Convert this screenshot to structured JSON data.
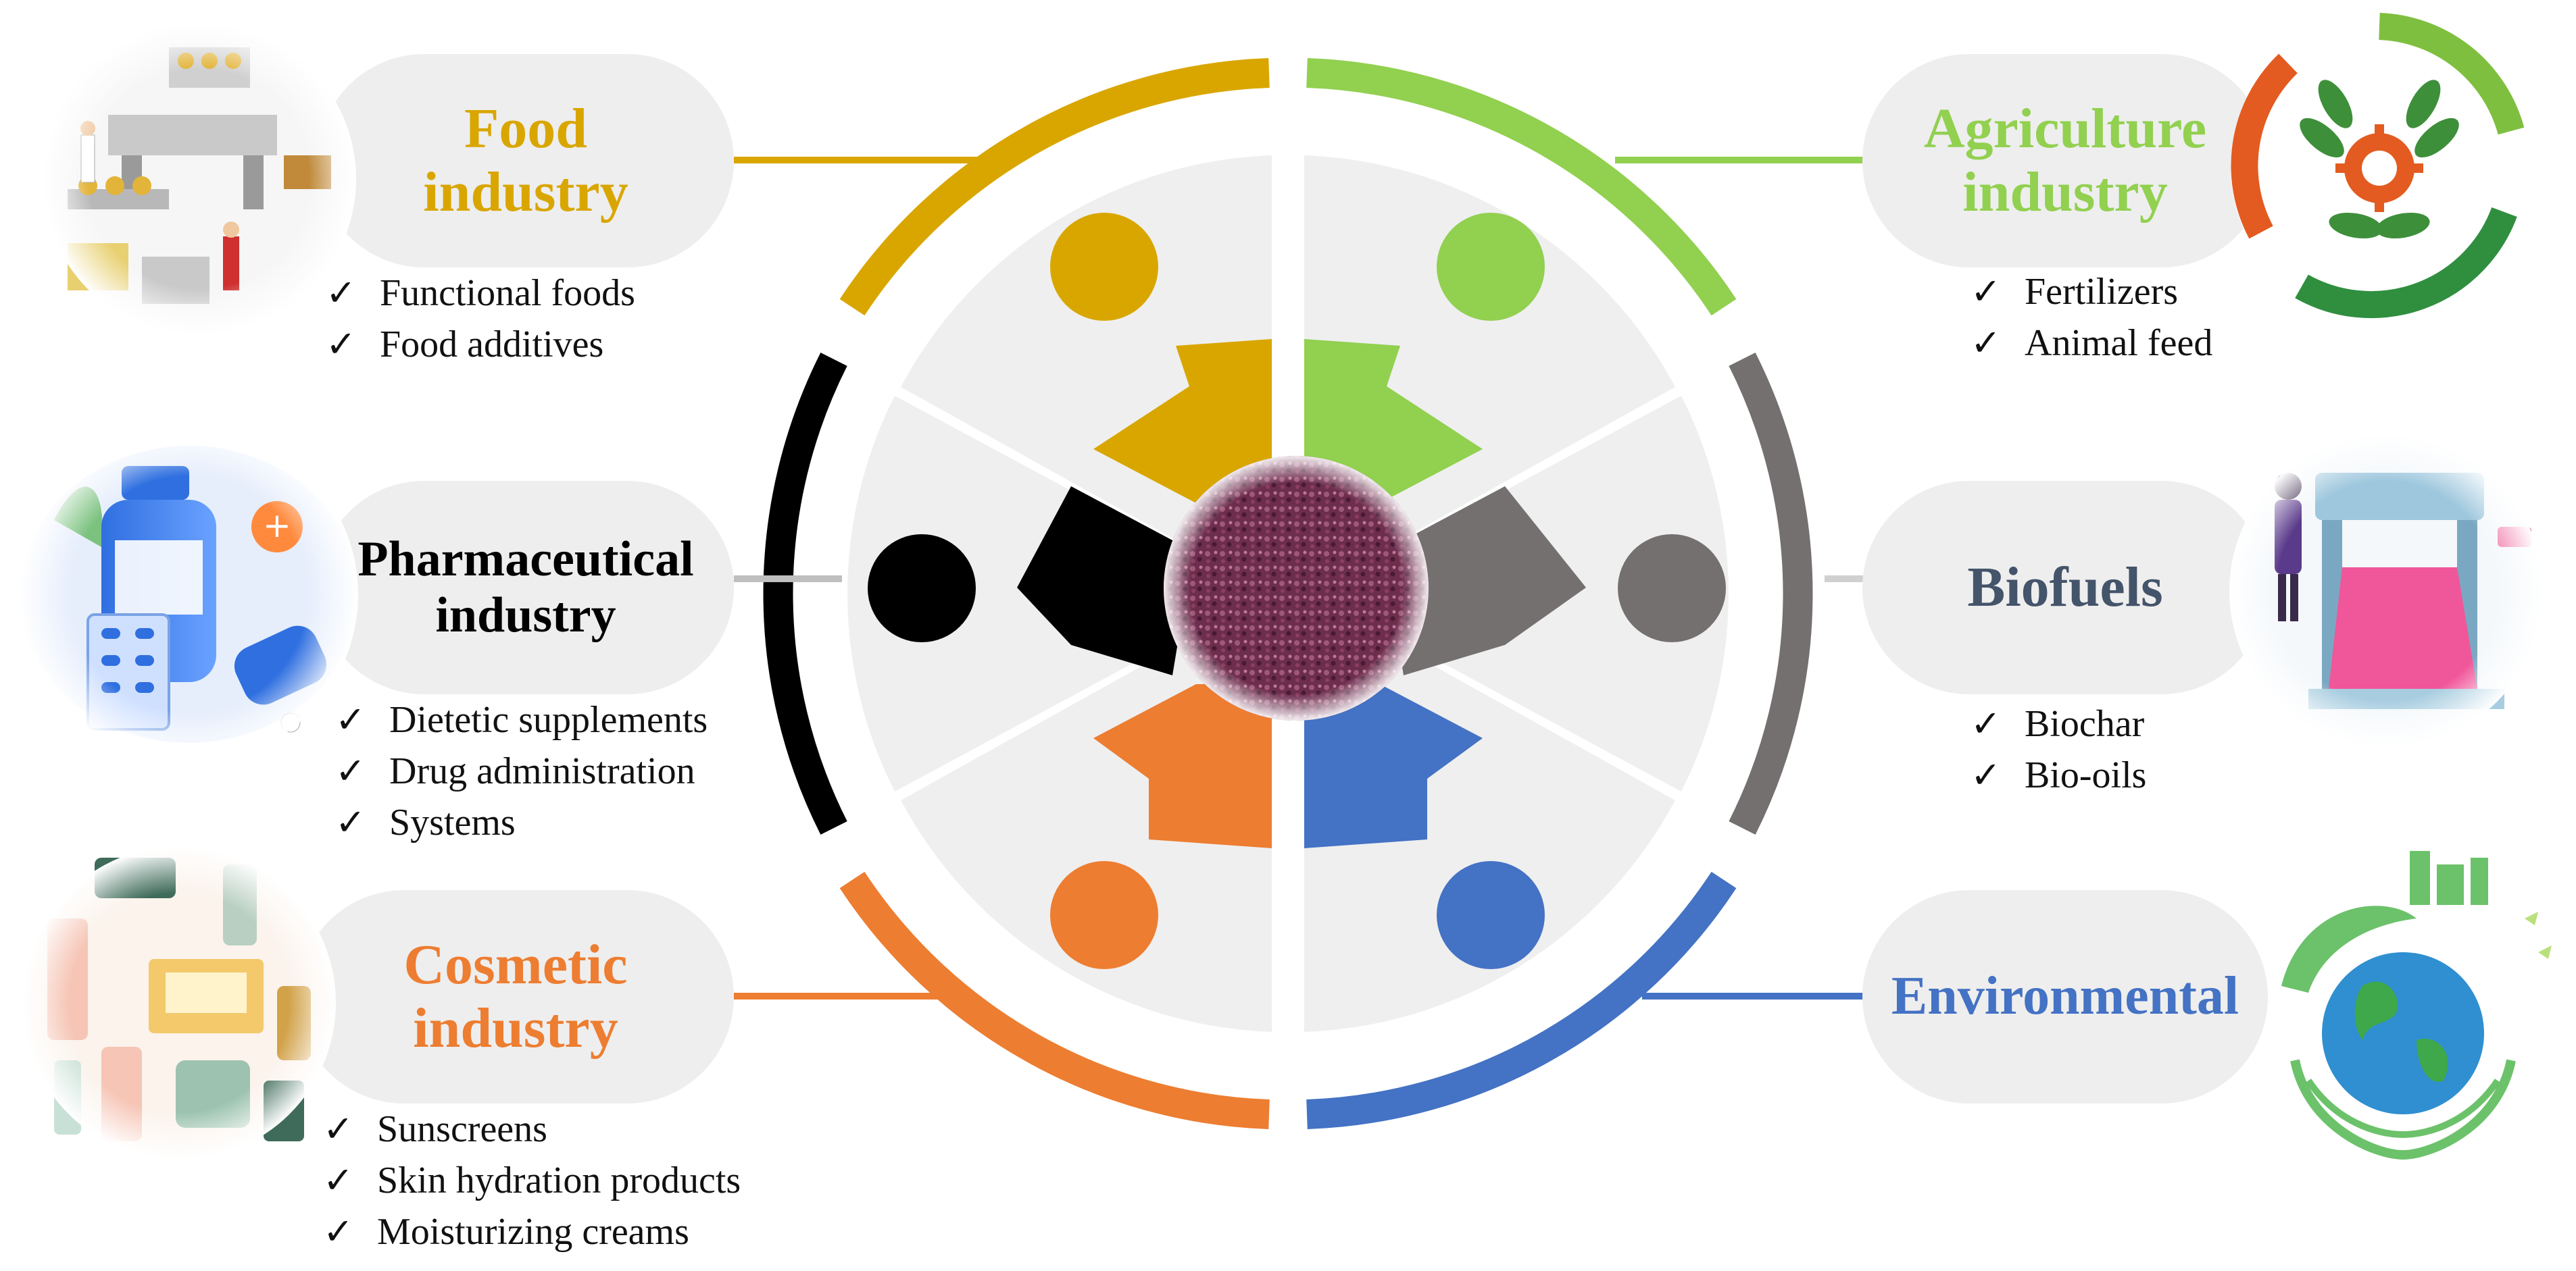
{
  "sectors": {
    "food": {
      "title": [
        "Food",
        "industry"
      ],
      "items": [
        "Functional foods",
        "Food additives"
      ],
      "color": "#D9A600"
    },
    "pharma": {
      "title": [
        "Pharmaceutical",
        "industry"
      ],
      "items": [
        "Dietetic supplements",
        "Drug administration",
        "Systems"
      ],
      "color": "#000000"
    },
    "cosmetic": {
      "title": [
        "Cosmetic",
        "industry"
      ],
      "items": [
        "Sunscreens",
        "Skin hydration products",
        "Moisturizing creams"
      ],
      "color": "#ED7D31"
    },
    "agriculture": {
      "title": [
        "Agriculture",
        "industry"
      ],
      "items": [
        "Fertilizers",
        "Animal feed"
      ],
      "color": "#92D050"
    },
    "biofuels": {
      "title": [
        "Biofuels"
      ],
      "items": [
        "Biochar",
        "Bio-oils"
      ],
      "color": "#757070",
      "title_color": "#44546A"
    },
    "environmental": {
      "title": [
        "Environmental"
      ],
      "items": [],
      "color": "#4472C4"
    }
  },
  "check_mark": "✓",
  "icons": {
    "food": "food-factory-illustration",
    "pharma": "medicine-bottles-illustration",
    "cosmetic": "cosmetic-products-illustration",
    "agriculture": "wheat-gear-recycle-icon",
    "biofuels": "textile-loom-illustration",
    "environmental": "globe-in-hands-icon"
  }
}
